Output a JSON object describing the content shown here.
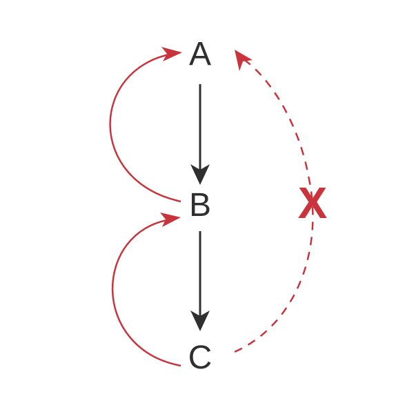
{
  "nodes": {
    "a": "A",
    "b": "B",
    "c": "C"
  },
  "blocked_marker": "X",
  "colors": {
    "dependency_arrow": "#2f2f2f",
    "back_reference_arrow": "#c9343c",
    "blocked_arrow": "#c9343c"
  }
}
